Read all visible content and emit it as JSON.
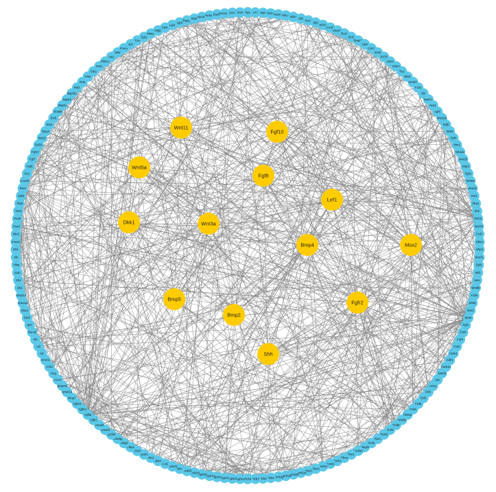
{
  "network": {
    "hub_color": "#FFCC00",
    "peripheral_color": "#5BC8E8",
    "edge_color": "#7F7F7F",
    "hubs": [
      "Wnt11",
      "Fgf10",
      "Wnt5a",
      "Fgf8",
      "Lef1",
      "Dkk1",
      "Wnt3a",
      "Bmp4",
      "Msx2",
      "Bmp5",
      "Bmp2",
      "Fgfr2",
      "Shh"
    ],
    "peripheral": [
      "Rspo",
      "Lrrc",
      "Myc",
      "Ptch1",
      "Nanog",
      "Prkca",
      "Glis1",
      "Gli2",
      "Pax1",
      "Sp5",
      "Tcf7l1",
      "Ccnd1",
      "Smad2",
      "Ror2",
      "Bcl2",
      "Bmpr2",
      "Lrp6",
      "Cdx2",
      "Sox9",
      "Tcf7l2",
      "Axin2",
      "Snai1",
      "Tle1",
      "Nkd1",
      "Ctnnb1",
      "Fzd1",
      "Ski",
      "Notch1",
      "Hey1",
      "Lgr5",
      "Wnt10a",
      "Fgf8",
      "Wnt3",
      "Fgf4",
      "Wnt2",
      "Nmas1",
      "Wnt2b",
      "Sfrp4",
      "Fgfr1",
      "Wnt9a",
      "Wnt16",
      "Dvl1",
      "Sfrp1",
      "Shh",
      "Ptch2",
      "Wnt7b",
      "Fzd7",
      "Dkk2",
      "Sfrp2",
      "Wnt7a",
      "Fgf9",
      "Wif1",
      "Smo",
      "Wnt9b",
      "Fzd9",
      "Wnt6",
      "Wnt1",
      "Wnt4",
      "Fgf2",
      "Fzd4",
      "Lrp5",
      "Fzd2",
      "Celsr1",
      "Cdh1",
      "Csnk1e",
      "Gsk3b",
      "Apc",
      "Axin1",
      "Dvl2",
      "Dvl3",
      "Fzd5",
      "Fzd6",
      "Wnt8a",
      "Wnt8b",
      "Chd8",
      "Znrf3",
      "Rnf43",
      "Ror1",
      "Scrib",
      "Vangl2",
      "Prickle1",
      "Rac1",
      "Rhoa",
      "Rock1",
      "Rock2",
      "Daam1",
      "Nfatc1",
      "Nfatc2",
      "Camk2a",
      "Camk2b",
      "Camk2d",
      "Camk2g",
      "Plcb1",
      "Plcb2",
      "Plcb3",
      "Plcb4",
      "Ppp3ca",
      "Ppp3cb",
      "Ppp3r1",
      "Ppp2ca",
      "Ppp2r1a",
      "Ppp2r5c",
      "Csnk2a1",
      "Csnk2b",
      "Btrc",
      "Fbxw11",
      "Cul1",
      "Skp1",
      "Rbx1",
      "Siah1",
      "Tbl1x",
      "Ctbp1",
      "Ctbp2",
      "Crebbp",
      "Ep300",
      "Smad3",
      "Smad4",
      "Tgfb1",
      "Tgfb2",
      "Tgfbr1",
      "Tgfbr2",
      "Bmp7",
      "Bmpr1a",
      "Bmpr1b",
      "Acvr1",
      "Nog",
      "Chrd",
      "Grem1",
      "Id1",
      "Id2",
      "Id3",
      "Runx2",
      "Sp7",
      "Dlx5",
      "Msx1",
      "Hoxa13",
      "Hoxd13",
      "Gli1",
      "Gli3",
      "Sufu",
      "Hhip",
      "Ihh",
      "Dhh",
      "Foxa2",
      "Nkx2",
      "Pax3",
      "Pax9",
      "Tbx3",
      "Tbx5",
      "Sall4",
      "Pitx2",
      "Lmx1b",
      "En1",
      "Fgf3",
      "Fgf7",
      "Fgf17",
      "Fgf18",
      "Spry2",
      "Spry4",
      "Etv4",
      "Etv5",
      "Dusp6",
      "Mapk1",
      "Mapk3",
      "Map2k1",
      "Raf1",
      "Kras",
      "Hras",
      "Grb2",
      "Sos1",
      "Pik3ca",
      "Akt1",
      "Mtor",
      "Foxo1",
      "Jun",
      "Fos",
      "Egr1",
      "Mmp7",
      "Vegfa",
      "Cd44",
      "Lgr4",
      "Lgr6",
      "Rspo3",
      "Nkd2",
      "Apcdd1",
      "Notum",
      "Dact1",
      "Kremen1",
      "Cer1",
      "Sost"
    ]
  }
}
